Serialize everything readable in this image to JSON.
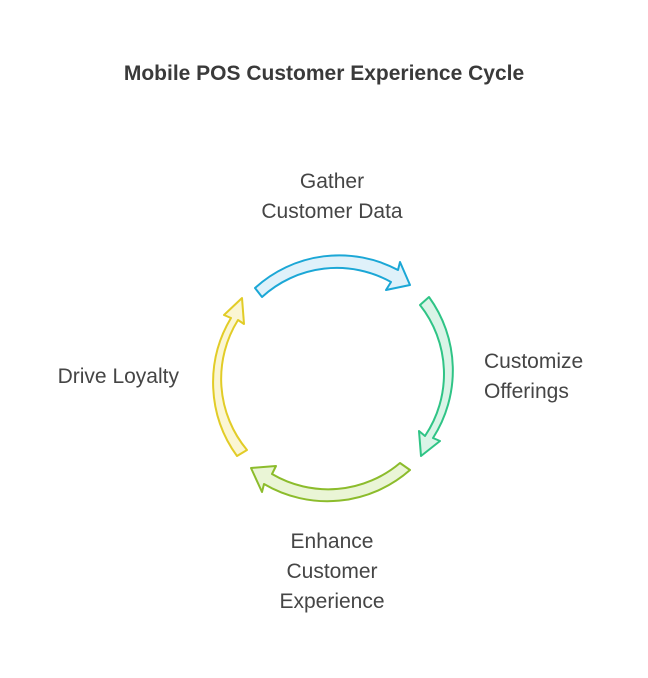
{
  "title": "Mobile POS Customer Experience Cycle",
  "steps": [
    {
      "lines": [
        "Gather",
        "Customer Data"
      ],
      "color": "#1ba7d6",
      "fill": "#dff1fa"
    },
    {
      "lines": [
        "Customize",
        "Offerings"
      ],
      "color": "#2fc486",
      "fill": "#daf4e7"
    },
    {
      "lines": [
        "Enhance",
        "Customer",
        "Experience"
      ],
      "color": "#8cbc2c",
      "fill": "#eaf5d6"
    },
    {
      "lines": [
        "Drive Loyalty"
      ],
      "color": "#e2cc27",
      "fill": "#fbf6d3"
    }
  ]
}
